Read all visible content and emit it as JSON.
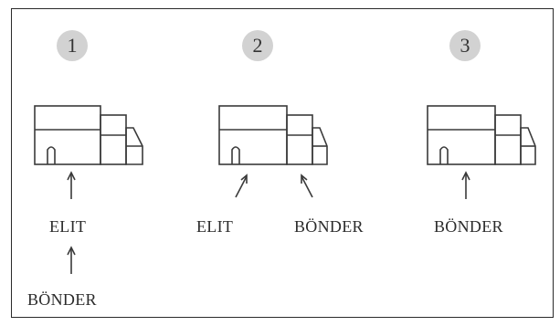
{
  "panels": [
    {
      "number": "1",
      "labels": [
        "ELIT",
        "BÖNDER"
      ]
    },
    {
      "number": "2",
      "labels": [
        "ELIT",
        "BÖNDER"
      ]
    },
    {
      "number": "3",
      "labels": [
        "BÖNDER"
      ]
    }
  ],
  "colors": {
    "badge_fill": "#d2d2d2",
    "line": "#3a3a3a",
    "frame": "#2a2a2a"
  },
  "icons": [
    "building-icon",
    "arrow-icon"
  ]
}
